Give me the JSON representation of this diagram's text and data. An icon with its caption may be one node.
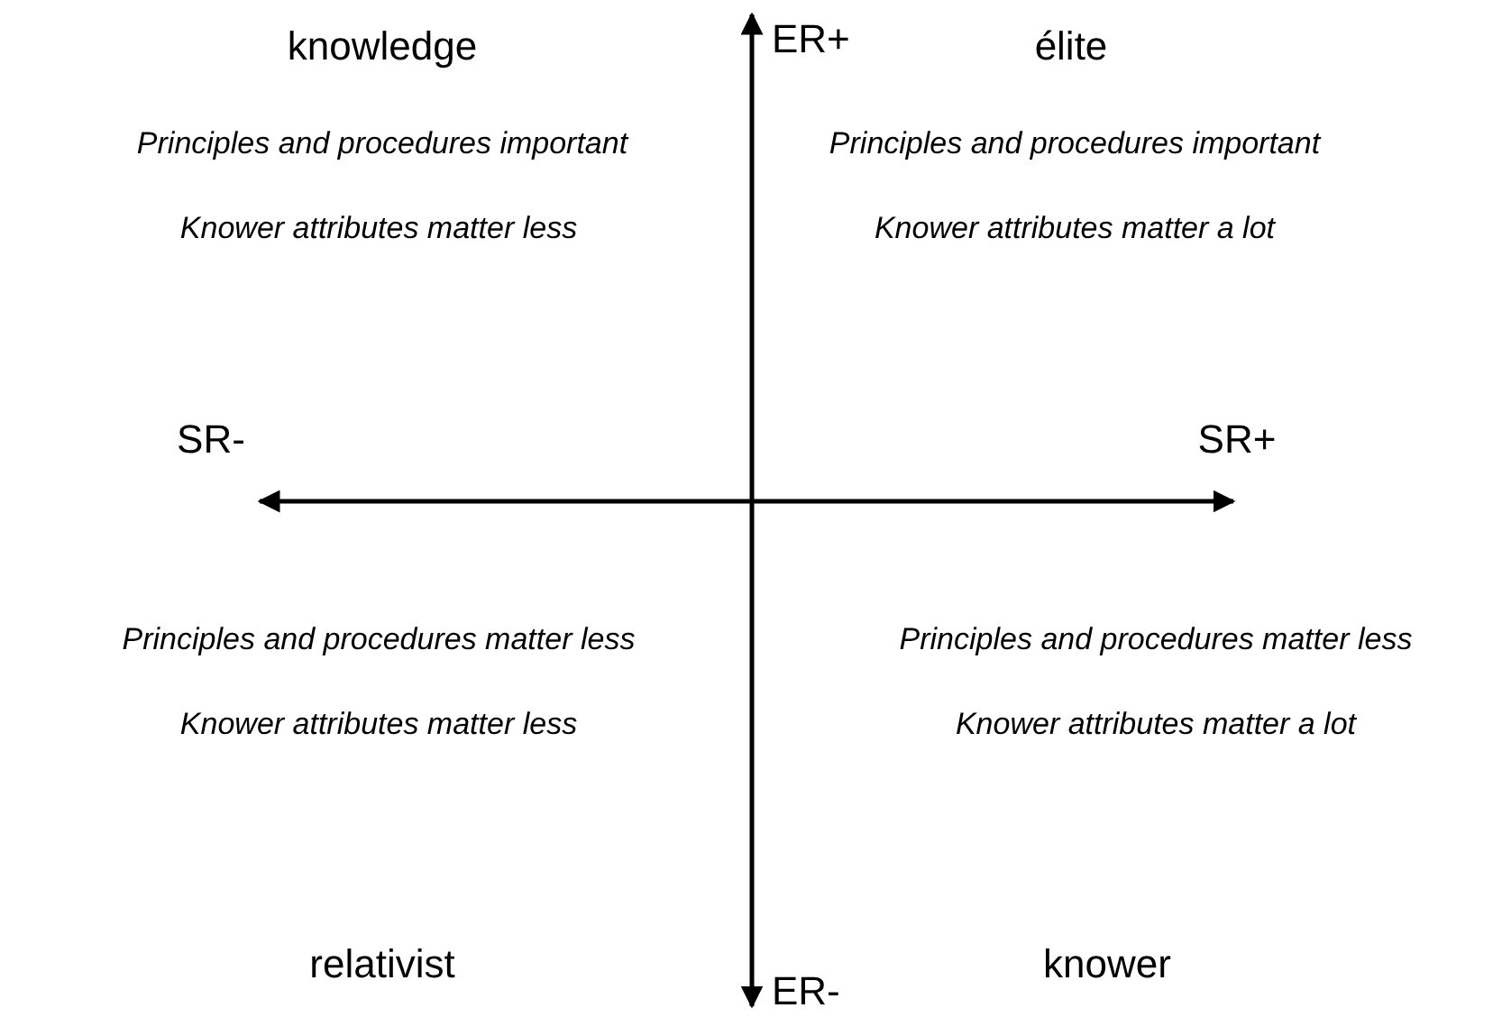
{
  "diagram": {
    "labels": [
      "ER+",
      "knowledge",
      "élite",
      "Principles and procedures important",
      "Principles and procedures important",
      "Knower attributes matter less",
      "Knower attributes matter a lot",
      "SR-",
      "SR+",
      "Principles and procedures matter less",
      "Principles and procedures matter less",
      "Knower attributes matter less",
      "Knower attributes matter a lot",
      "relativist",
      "knower",
      "ER-"
    ]
  }
}
